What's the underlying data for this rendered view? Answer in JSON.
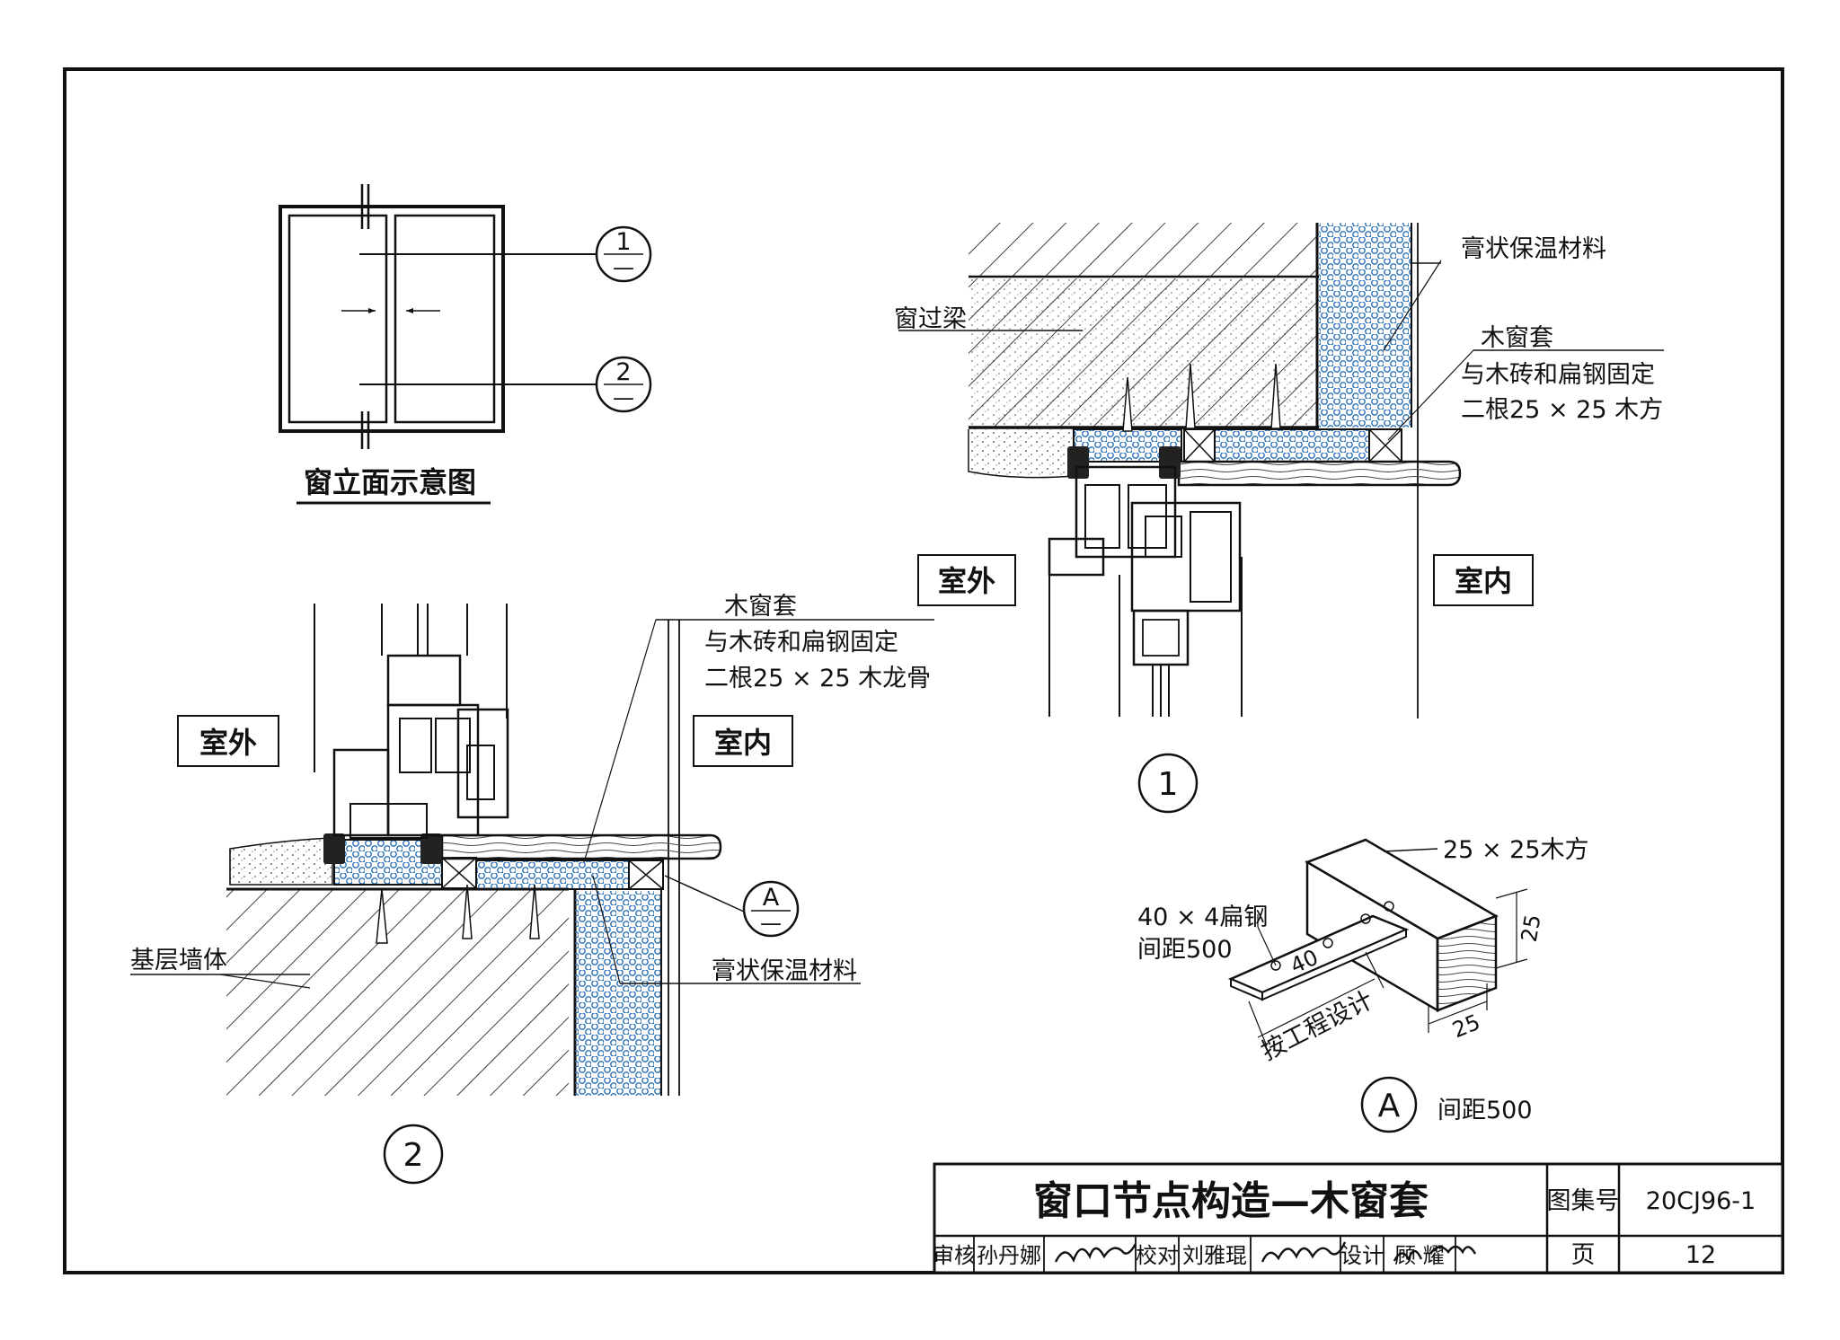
{
  "elevation": {
    "title": "窗立面示意图",
    "callout_1_num": "1",
    "callout_2_num": "2",
    "callout_dash": "—"
  },
  "detail1": {
    "label_outside": "室外",
    "label_inside": "室内",
    "label_lintel": "窗过梁",
    "label_insulation": "膏状保温材料",
    "label_wood_frame": "木窗套",
    "label_fix_line1": "与木砖和扁钢固定",
    "label_fix_line2": "二根25 × 25  木方",
    "number": "1"
  },
  "detail2": {
    "label_outside": "室外",
    "label_inside": "室内",
    "label_wood_frame": "木窗套",
    "label_fix_line1": "与木砖和扁钢固定",
    "label_fix_line2": "二根25 × 25  木龙骨",
    "label_base_wall": "基层墙体",
    "label_insulation": "膏状保温材料",
    "callout_A": "A",
    "callout_dash": "—",
    "number": "2"
  },
  "detailA": {
    "label_wood": "25 × 25木方",
    "label_steel_line1": "40 × 4扁钢",
    "label_steel_line2": "间距500",
    "dim_40": "40",
    "dim_25_v": "25",
    "dim_25_h": "25",
    "dim_design": "按工程设计",
    "callout": "A",
    "spacing": "间距500"
  },
  "title_block": {
    "title": "窗口节点构造—木窗套",
    "atlas_label": "图集号",
    "atlas_no": "20CJ96-1",
    "page_label": "页",
    "page_no": "12",
    "review_label": "审核",
    "review_name": "孙丹娜",
    "check_label": "校对",
    "check_name": "刘雅琨",
    "design_label": "设计",
    "design_name": "顾  耀"
  }
}
